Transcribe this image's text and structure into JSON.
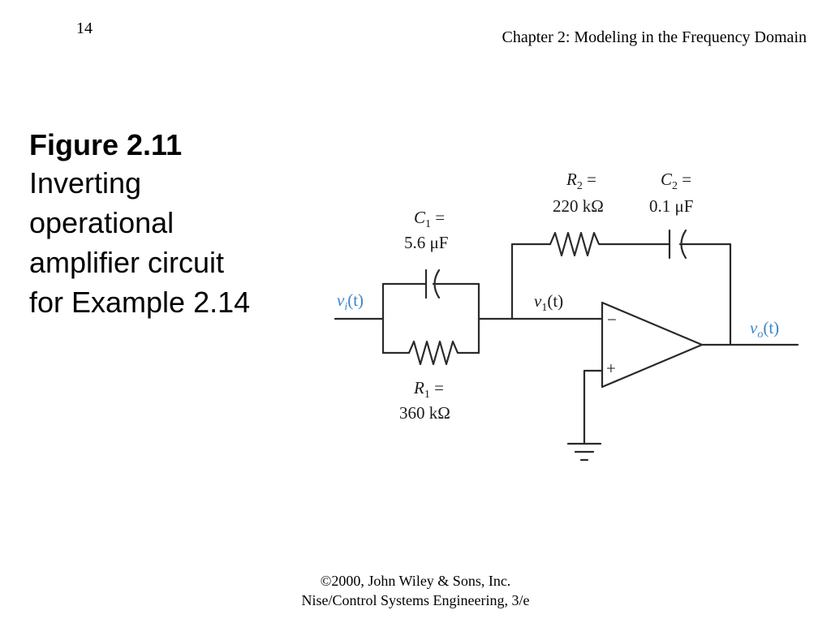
{
  "header": {
    "page_number": "14",
    "chapter_title": "Chapter 2: Modeling in the Frequency Domain"
  },
  "caption": {
    "title": "Figure 2.11",
    "lines": [
      "Inverting",
      "operational",
      "amplifier circuit",
      "for Example 2.14"
    ]
  },
  "circuit": {
    "c1": {
      "symbol": "C",
      "subscript": "1",
      "equals": " =",
      "value": "5.6 μF"
    },
    "r1": {
      "symbol": "R",
      "subscript": "1",
      "equals": " =",
      "value": "360 kΩ"
    },
    "r2": {
      "symbol": "R",
      "subscript": "2",
      "equals": " =",
      "value": "220 kΩ"
    },
    "c2": {
      "symbol": "C",
      "subscript": "2",
      "equals": " =",
      "value": "0.1 μF"
    },
    "vi": {
      "symbol": "v",
      "subscript": "i",
      "arg": "(t)"
    },
    "v1": {
      "symbol": "v",
      "subscript": "1",
      "arg": "(t)"
    },
    "vo": {
      "symbol": "v",
      "subscript": "o",
      "arg": "(t)"
    },
    "minus_sign": "−",
    "plus_sign": "+",
    "label_color": "#3a86c8"
  },
  "footer": {
    "line1": "©2000, John Wiley & Sons, Inc.",
    "line2": "Nise/Control Systems Engineering, 3/e"
  }
}
